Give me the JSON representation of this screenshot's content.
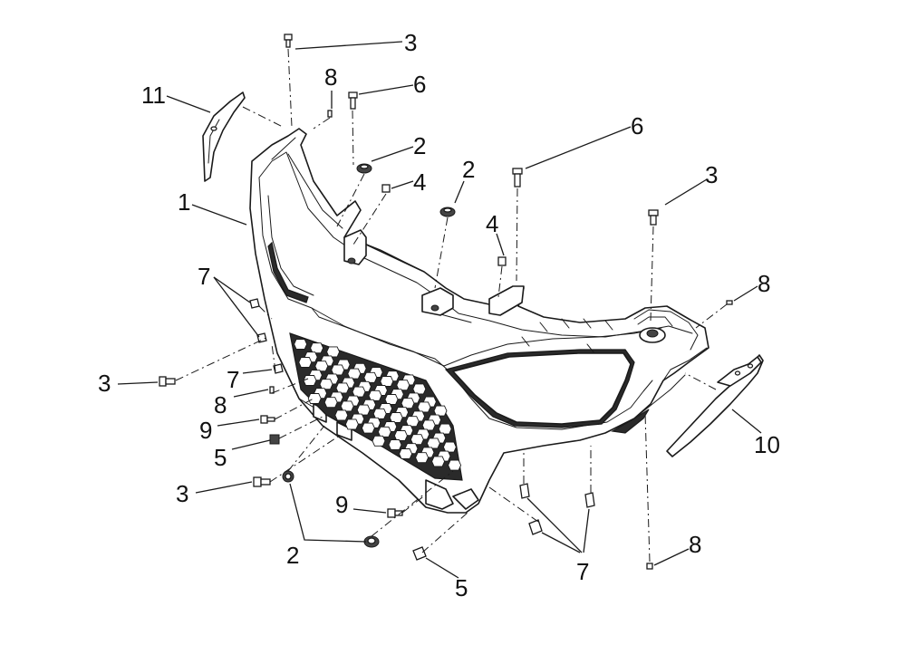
{
  "callouts": [
    {
      "id": "c3a",
      "label": "3"
    },
    {
      "id": "c8a",
      "label": "8"
    },
    {
      "id": "c6a",
      "label": "6"
    },
    {
      "id": "c11",
      "label": "11"
    },
    {
      "id": "c2a",
      "label": "2"
    },
    {
      "id": "c4a",
      "label": "4"
    },
    {
      "id": "c2b",
      "label": "2"
    },
    {
      "id": "c6b",
      "label": "6"
    },
    {
      "id": "c3b",
      "label": "3"
    },
    {
      "id": "c1",
      "label": "1"
    },
    {
      "id": "c4b",
      "label": "4"
    },
    {
      "id": "c7a",
      "label": "7"
    },
    {
      "id": "c8b",
      "label": "8"
    },
    {
      "id": "c3c",
      "label": "3"
    },
    {
      "id": "c7b",
      "label": "7"
    },
    {
      "id": "c8c",
      "label": "8"
    },
    {
      "id": "c9a",
      "label": "9"
    },
    {
      "id": "c5a",
      "label": "5"
    },
    {
      "id": "c10",
      "label": "10"
    },
    {
      "id": "c3d",
      "label": "3"
    },
    {
      "id": "c9b",
      "label": "9"
    },
    {
      "id": "c2c",
      "label": "2"
    },
    {
      "id": "c5b",
      "label": "5"
    },
    {
      "id": "c7c",
      "label": "7"
    },
    {
      "id": "c8d",
      "label": "8"
    }
  ],
  "colors": {
    "line": "#1a1a1a",
    "background": "#ffffff"
  }
}
